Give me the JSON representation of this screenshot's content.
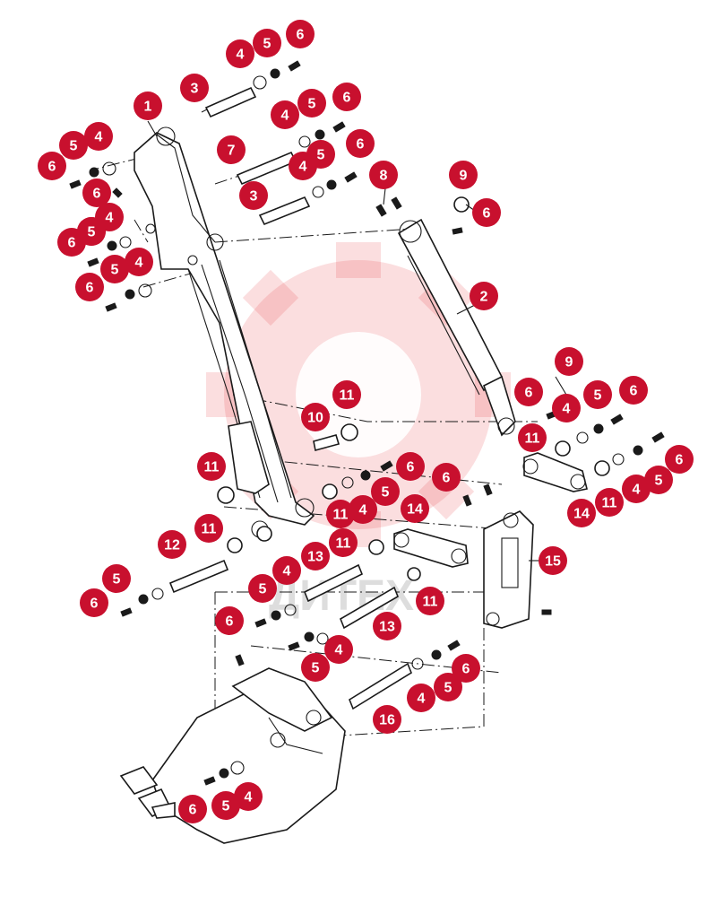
{
  "diagram": {
    "watermark_text": "ДИТЕХ",
    "callouts": [
      "1",
      "2",
      "3",
      "3",
      "4",
      "4",
      "4",
      "4",
      "4",
      "4",
      "4",
      "4",
      "4",
      "4",
      "4",
      "4",
      "4",
      "5",
      "5",
      "5",
      "5",
      "5",
      "5",
      "5",
      "5",
      "5",
      "5",
      "5",
      "5",
      "5",
      "5",
      "6",
      "6",
      "6",
      "6",
      "6",
      "6",
      "6",
      "6",
      "6",
      "6",
      "6",
      "6",
      "6",
      "6",
      "6",
      "6",
      "6",
      "7",
      "8",
      "9",
      "9",
      "10",
      "11",
      "11",
      "11",
      "11",
      "11",
      "11",
      "11",
      "11",
      "12",
      "13",
      "13",
      "14",
      "14",
      "15",
      "16"
    ],
    "colors": {
      "callout": "#c8102e",
      "callout_text": "#ffffff",
      "lines": "#1a1a1a",
      "watermark": "#e8343a"
    }
  }
}
